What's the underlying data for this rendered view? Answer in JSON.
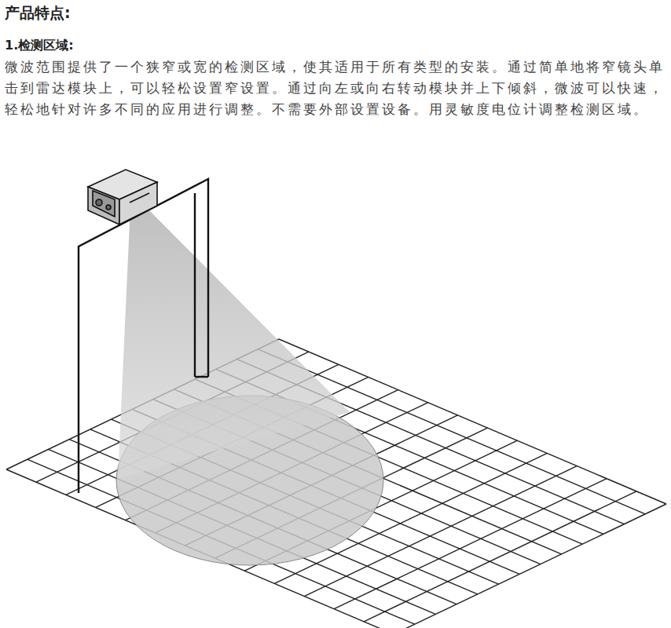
{
  "diagram": {
    "title": "产品特点:",
    "labels": [
      "1.检测区域:",
      "微波范围提供了一个狭窄或宽的检测区域，使其适用于所有类型的安装。通过简单地将窄镜头单击到雷达模块上，可以轻松设置窄设置。通过向左或向右转动模块并上下倾斜，微波可以快速，轻松地针对许多不同的应用进行调整。不需要外部设置设备。用灵敏度电位计调整检测区域。"
    ]
  }
}
